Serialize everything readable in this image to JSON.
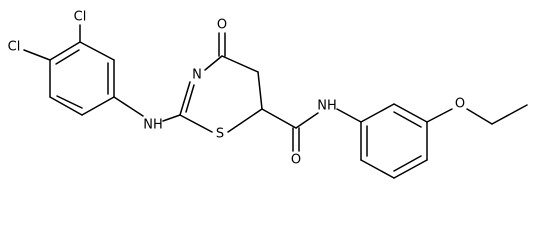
{
  "structure": {
    "atoms": {
      "cl_upper": "Cl",
      "cl_lower": "Cl",
      "nh_amine": "NH",
      "n_ring": "N",
      "s_ring": "S",
      "o_ring": "O",
      "o_amide": "O",
      "nh_amide": "NH",
      "o_ether": "O"
    }
  }
}
